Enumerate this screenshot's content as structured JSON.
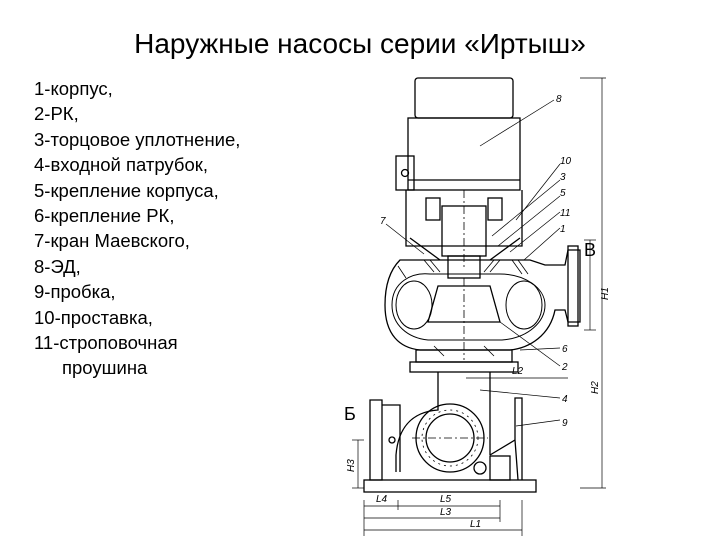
{
  "title": "Наружные насосы серии «Иртыш»",
  "legend": [
    "1-корпус,",
    "2-РК,",
    "3-торцовое уплотнение,",
    "4-входной патрубок,",
    "5-крепление корпуса,",
    "6-крепление РК,",
    "7-кран Маевского,",
    "8-ЭД,",
    "9-пробка,",
    "10-проставка,",
    "11-строповочная",
    "проушина"
  ],
  "drawing": {
    "callouts_right": [
      "8",
      "10",
      "3",
      "5",
      "11",
      "1",
      "6",
      "2",
      "4",
      "9"
    ],
    "callout_left": "7",
    "port_outlet": "В",
    "port_inlet": "Б",
    "dimensions": {
      "h1": "H1",
      "h2": "H2",
      "l2": "L2",
      "h3": "H3",
      "l4": "L4",
      "l5": "L5",
      "l3": "L3",
      "l1": "L1"
    }
  }
}
